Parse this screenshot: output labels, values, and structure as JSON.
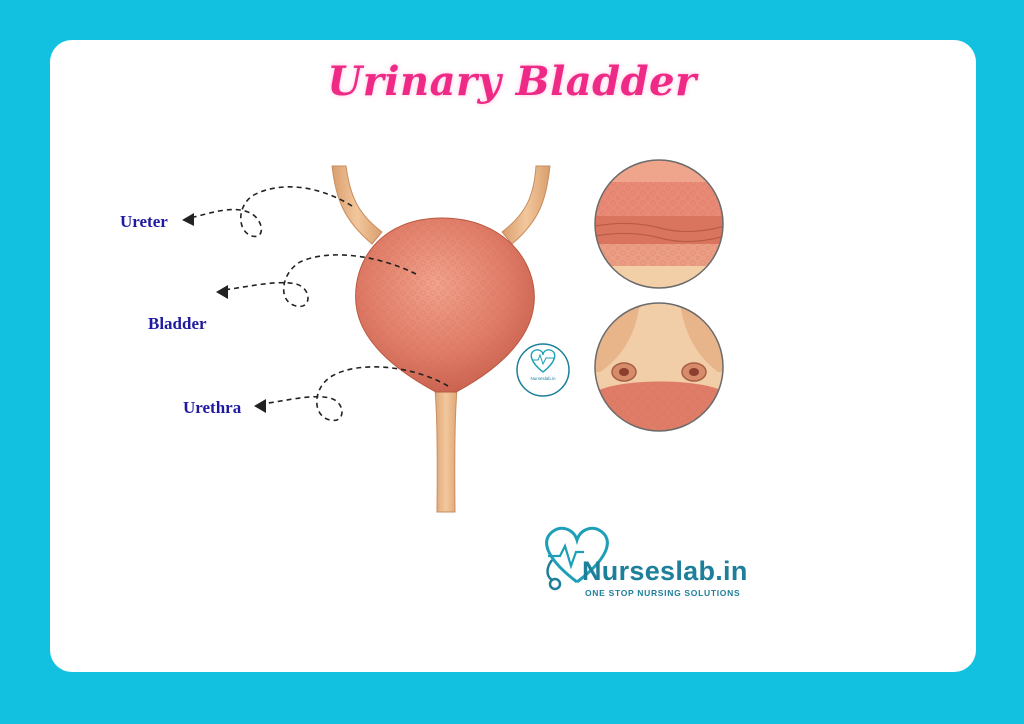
{
  "title": "Urinary Bladder",
  "labels": {
    "ureter": "Ureter",
    "bladder": "Bladder",
    "urethra": "Urethra"
  },
  "logo": {
    "name": "Nurseslab.in",
    "tagline": "ONE STOP NURSING SOLUTIONS",
    "icon": "heart-stethoscope-icon"
  },
  "watermark": {
    "text": "Nurseslab.in"
  },
  "colors": {
    "background": "#12c0e0",
    "card": "#ffffff",
    "title": "#ef2a86",
    "label": "#1f1aa0",
    "brand": "#1d7f9a",
    "tissue": "#e4846f",
    "tube": "#e9b98a"
  }
}
